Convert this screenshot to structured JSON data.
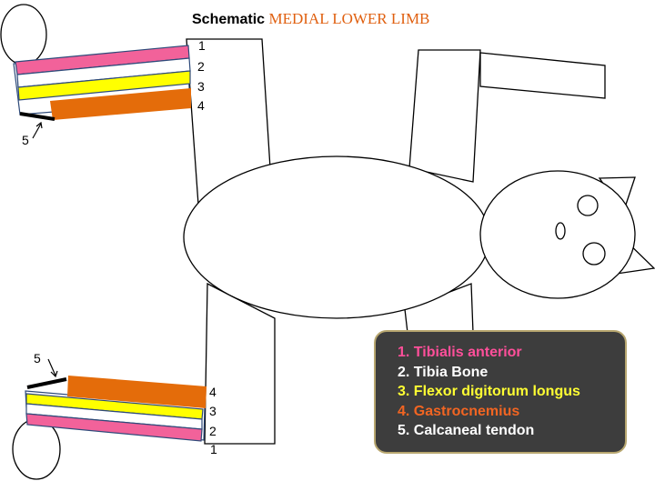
{
  "title": {
    "bold": "Schematic",
    "main": "MEDIAL LOWER LIMB",
    "main_color": "#e06010"
  },
  "top_limb_labels": [
    "1",
    "2",
    "3",
    "4",
    "5"
  ],
  "bottom_limb_labels": [
    "1",
    "2",
    "3",
    "4",
    "5"
  ],
  "legend": {
    "items": [
      {
        "text": "1. Tibialis anterior",
        "color": "#ff4f9a"
      },
      {
        "text": "2. Tibia Bone",
        "color": "#ffffff"
      },
      {
        "text": "3. Flexor digitorum longus",
        "color": "#ffff33"
      },
      {
        "text": "4. Gastrocnemius",
        "color": "#f26522"
      },
      {
        "text": "5. Calcaneal tendon",
        "color": "#ffffff"
      }
    ]
  },
  "colors": {
    "tibialis_anterior": "#f2629a",
    "tibia_bone": "#ffffff",
    "flexor_digitorum_longus": "#ffff00",
    "gastrocnemius": "#e46c0a",
    "calcaneal_tendon": "#000000",
    "legend_bg": "#3d3d3d",
    "legend_border": "#b8a770"
  }
}
